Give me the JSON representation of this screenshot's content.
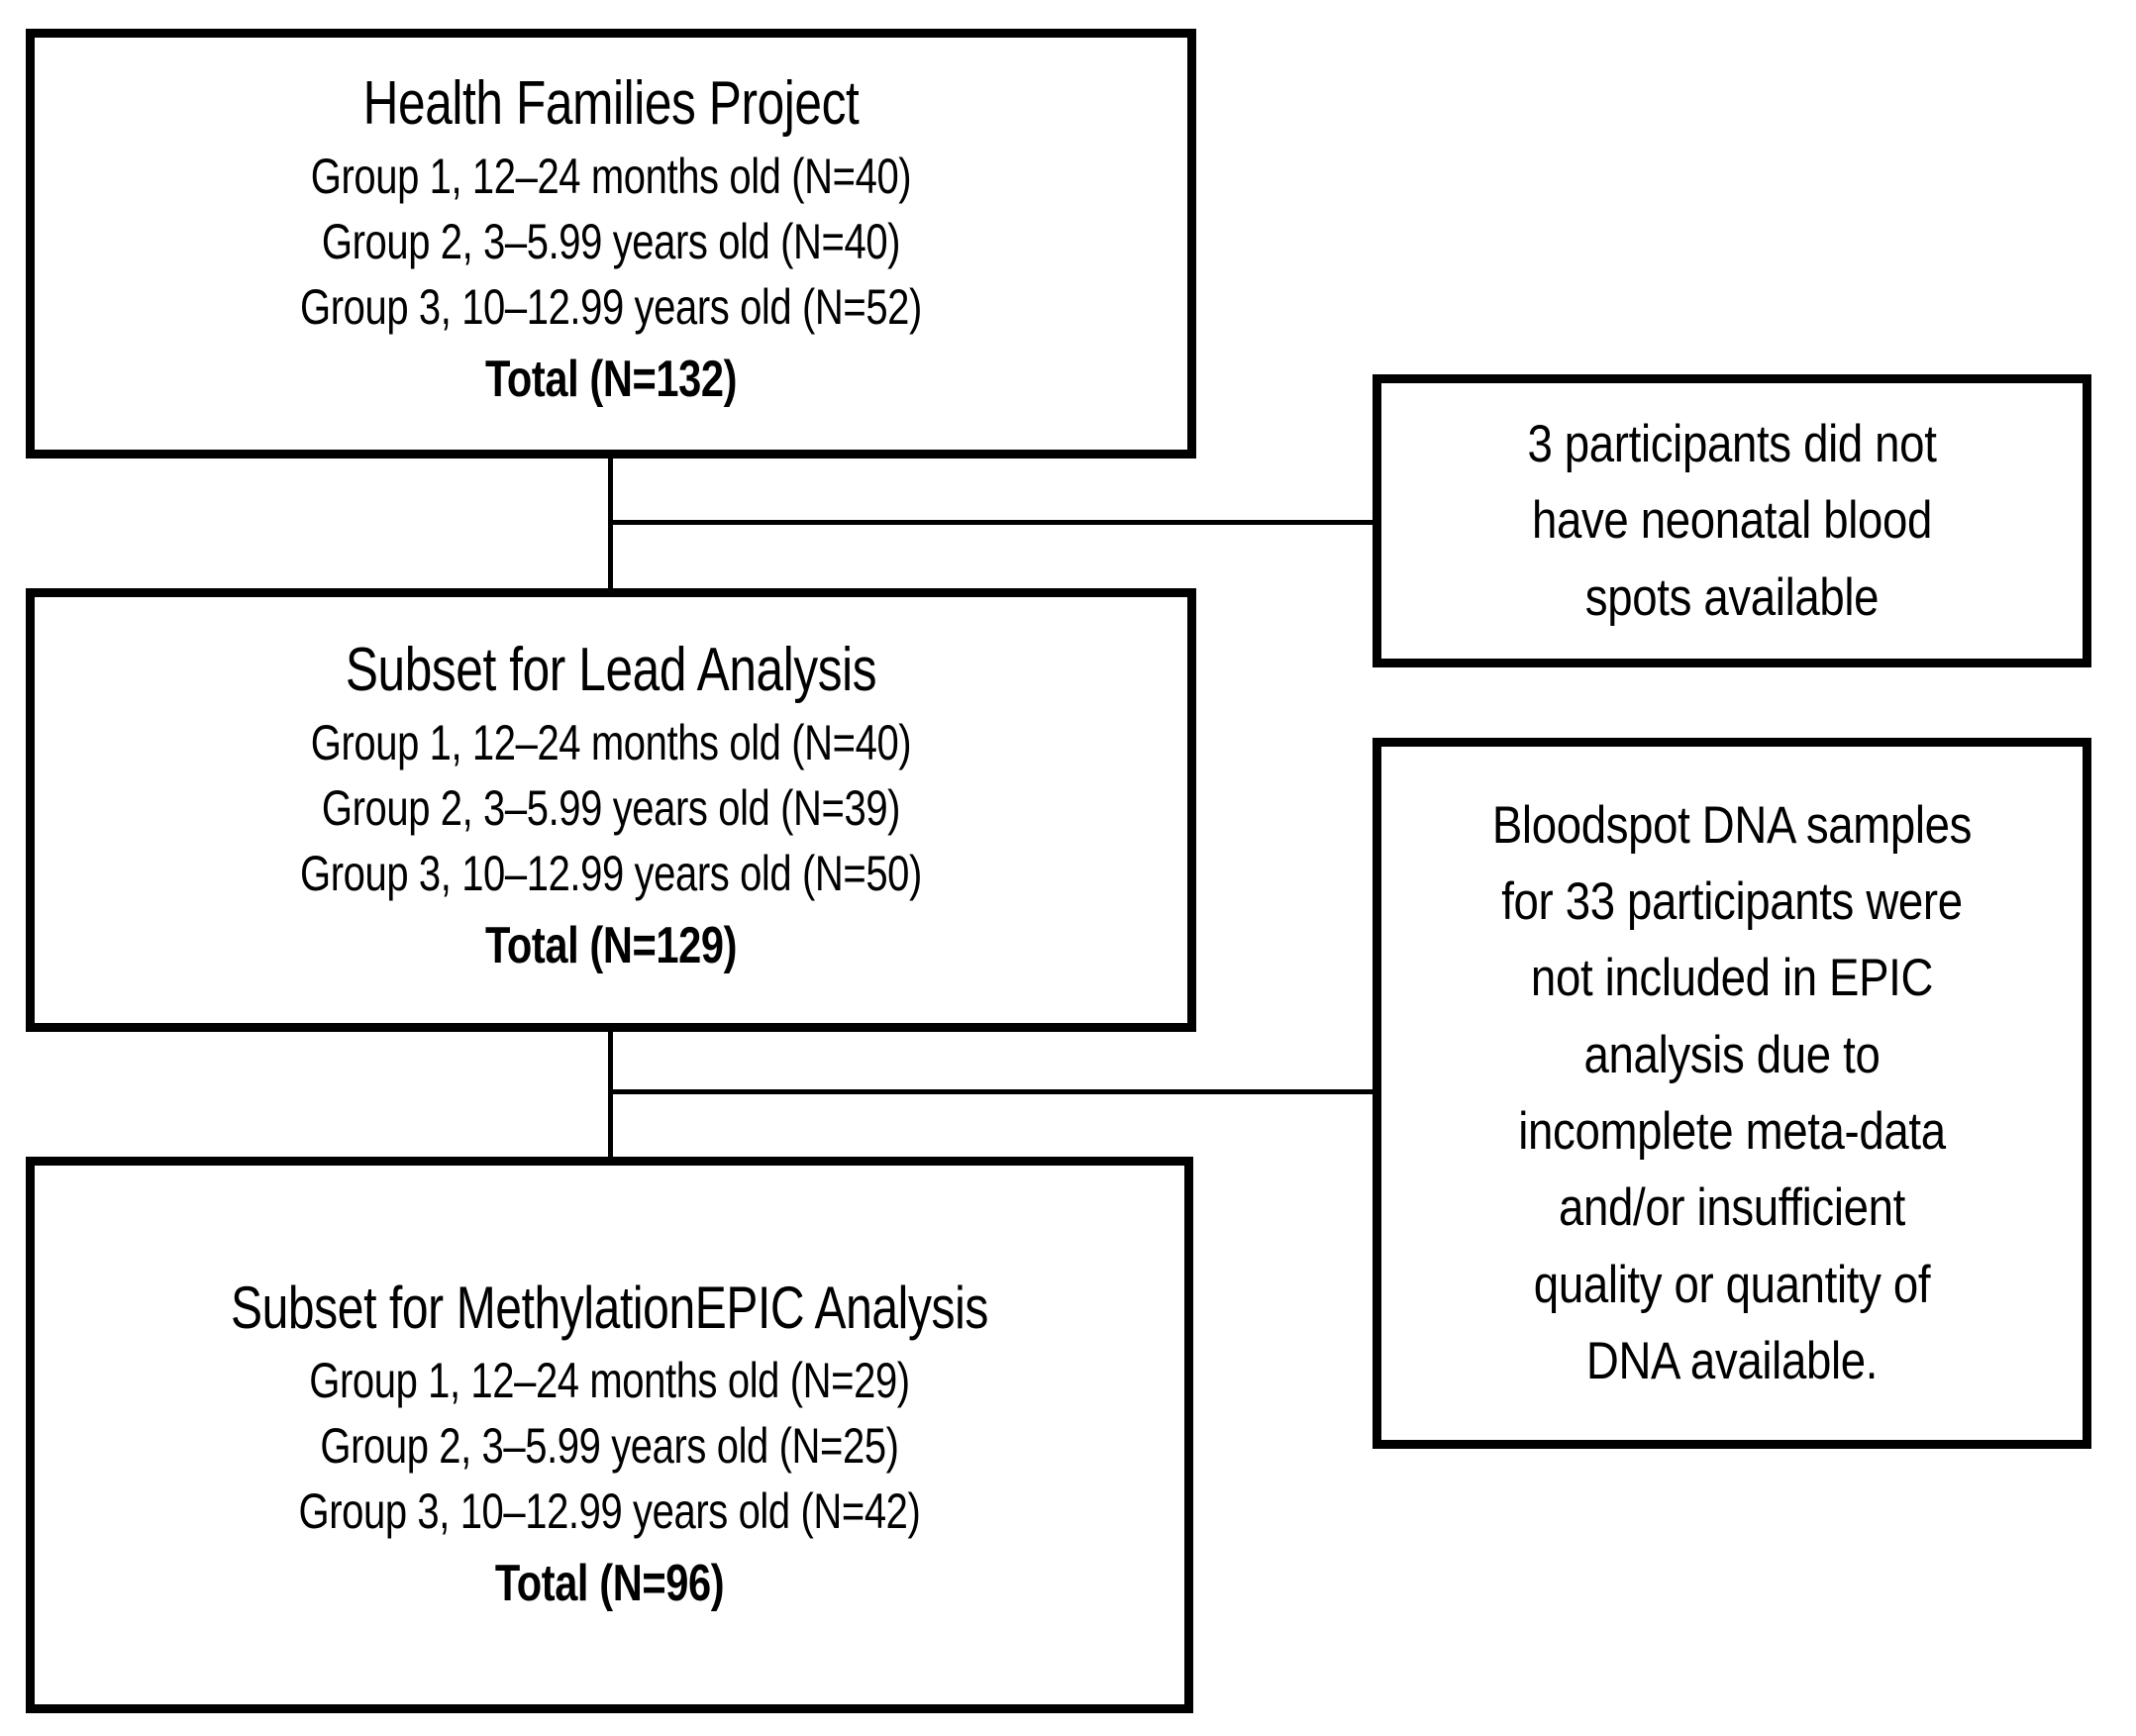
{
  "figure": {
    "type": "flowchart",
    "orientation": "vertical-with-side-exclusions",
    "background_color": "#ffffff",
    "line_color": "#000000"
  },
  "flow_boxes": [
    {
      "id": "health-families-project",
      "title": "Health Families Project",
      "groups": [
        "Group 1, 12–24 months old (N=40)",
        "Group 2, 3–5.99 years old (N=40)",
        "Group 3, 10–12.99 years old (N=52)"
      ],
      "total": "Total (N=132)"
    },
    {
      "id": "subset-lead-analysis",
      "title": "Subset for Lead Analysis",
      "groups": [
        "Group 1, 12–24 months old (N=40)",
        "Group 2, 3–5.99 years old (N=39)",
        "Group 3, 10–12.99 years old (N=50)"
      ],
      "total": "Total (N=129)"
    },
    {
      "id": "subset-methylationepic-analysis",
      "title": "Subset for MethylationEPIC Analysis",
      "groups": [
        "Group 1, 12–24 months old (N=29)",
        "Group 2, 3–5.99 years old (N=25)",
        "Group 3, 10–12.99 years old (N=42)"
      ],
      "total": "Total (N=96)"
    }
  ],
  "exclusion_boxes": [
    {
      "id": "exclusion-no-bloodspots",
      "lines": [
        "3 participants did not",
        "have neonatal blood",
        "spots available"
      ]
    },
    {
      "id": "exclusion-epic-not-included",
      "lines": [
        "Bloodspot DNA samples",
        "for 33 participants were",
        "not included in EPIC",
        "analysis due to",
        "incomplete meta-data",
        "and/or insufficient",
        "quality or quantity of",
        "DNA available."
      ]
    }
  ]
}
